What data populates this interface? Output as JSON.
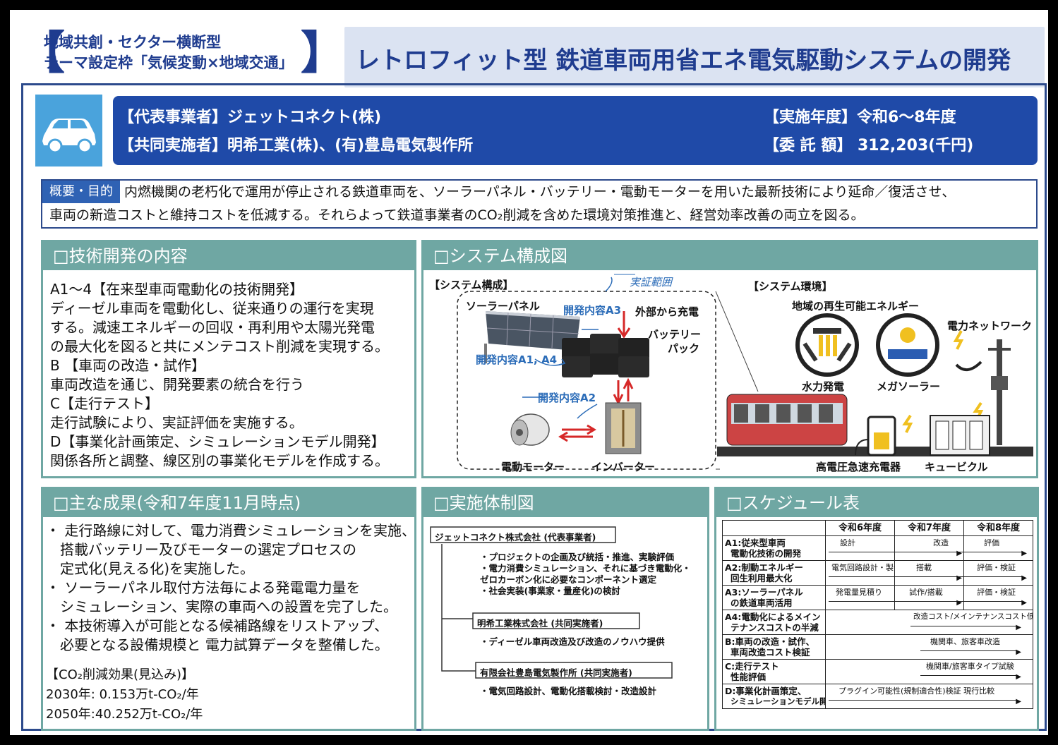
{
  "header": {
    "category_line1": "地域共創・セクター横断型",
    "category_line2": "テーマ設定枠「気候変動×地域交通」",
    "title": "レトロフィット型 鉄道車両用省エネ電気駆動システムの開発"
  },
  "info": {
    "icon": "car-icon",
    "lead": "【代表事業者】ジェットコネクト(株)",
    "partners": "【共同実施者】明希工業(株)、(有)豊島電気製作所",
    "period": "【実施年度】令和6～8年度",
    "budget": "【委 託 額】 312,203(千円)"
  },
  "overview": {
    "label": "概要・目的",
    "line1": "内燃機関の老朽化で運用が停止される鉄道車両を、ソーラーパネル・バッテリー・電動モーターを用いた最新技術により延命／復活させ、",
    "line2": "車両の新造コストと維持コストを低減する。それらよって鉄道事業者のCO₂削減を含めた環境対策推進と、経営効率改善の両立を図る。"
  },
  "tech": {
    "heading": "□技術開発の内容",
    "lines": [
      "A1～4【在来型車両電動化の技術開発】",
      " ディーゼル車両を電動化し、従来通りの運行を実現",
      " する。減速エネルギーの回収・再利用や太陽光発電",
      " の最大化を図ると共にメンテコスト削減を実現する。",
      "B 【車両の改造・試作】",
      " 車両改造を通じ、開発要素の統合を行う",
      "C【走行テスト】",
      " 走行試験により、実証評価を実施する。",
      "D【事業化計画策定、シミュレーションモデル開発】",
      " 関係各所と調整、線区別の事業化モデルを作成する。"
    ]
  },
  "system": {
    "heading": "□システム構成図",
    "config_label": "【システム構成】",
    "scope_label": "実証範囲",
    "solar": "ソーラーパネル",
    "dev_a3": "開発内容A3",
    "external_charge": "外部から充電",
    "battery_line1": "バッテリー",
    "battery_line2": "パック",
    "dev_a1a4": "開発内容A1, A4",
    "dev_a2": "開発内容A2",
    "motor": "電動モーター",
    "inverter": "インバーター",
    "env_label": "【システム環境】",
    "renewable": "地域の再生可能エネルギー",
    "grid": "電力ネットワーク",
    "hydro": "水力発電",
    "mega_solar": "メガソーラー",
    "fast_charger": "高電圧急速充電器",
    "cubicle": "キュービクル"
  },
  "results": {
    "heading": "□主な成果(令和7年度11月時点)",
    "lines": [
      "・ 走行路線に対して、電力消費シミュレーションを実施、",
      "　搭載バッテリー及びモーターの選定プロセスの",
      "　定式化(見える化)を実施した。",
      "・ ソーラーパネル取付方法毎による発電電力量を",
      "　シミュレーション、実際の車両への設置を完了した。",
      "・ 本技術導入が可能となる候補路線をリストアップ、",
      "　必要となる設備規模と 電力試算データを整備した。"
    ],
    "co2_title": "【CO₂削減効果(見込み)】",
    "co2_2030": "2030年:  0.153万t-CO₂/年",
    "co2_2050": "2050年:40.252万t-CO₂/年"
  },
  "org": {
    "heading": "□実施体制図",
    "lead_org": "ジェットコネクト株式会社 (代表事業者)",
    "lead_tasks": [
      "・プロジェクトの企画及び統括・推進、実験評価",
      "・電力消費シミュレーション、それに基づき電動化・",
      " ゼロカーボン化に必要なコンポーネント選定",
      "・社会実装(事業家・量産化)の検討"
    ],
    "partner1": "明希工業株式会社 (共同実施者)",
    "partner1_task": "・ディーゼル車両改造及び改造のノウハウ提供",
    "partner2": "有限会社豊島電気製作所 (共同実施者)",
    "partner2_task": "・電気回路設計、電動化搭載検討・改造設計"
  },
  "schedule": {
    "heading": "□スケジュール表",
    "years": [
      "令和6年度",
      "令和7年度",
      "令和8年度"
    ],
    "rows": [
      {
        "item": [
          "A1:従来型車両",
          "電動化技術の開発"
        ],
        "labels": [
          "設計",
          "改造",
          "評価"
        ]
      },
      {
        "item": [
          "A2:制動エネルギー",
          "回生利用最大化"
        ],
        "labels": [
          "電気回路設計・製作",
          "搭載",
          "評価・検証"
        ]
      },
      {
        "item": [
          "A3:ソーラーパネル",
          "の鉄道車両活用"
        ],
        "labels": [
          "発電量見積り",
          "試作/搭載",
          "評価・検証"
        ]
      },
      {
        "item": [
          "A4:電動化によるメイン",
          "テナンスコストの半減"
        ],
        "labels": [
          "改造コスト/メインテナンスコスト低減"
        ]
      },
      {
        "item": [
          "B:車両の改造・試作、",
          "車両改造コスト検証"
        ],
        "labels": [
          "機関車、旅客車改造"
        ]
      },
      {
        "item": [
          "C:走行テスト",
          "性能評価"
        ],
        "labels": [
          "機関車/旅客車タイプ試験"
        ]
      },
      {
        "item": [
          "D:事業化計画策定、",
          "シミュレーションモデル開発"
        ],
        "labels": [
          "プラグイン可能性(規制適合性)検証 現行比較"
        ]
      }
    ]
  }
}
